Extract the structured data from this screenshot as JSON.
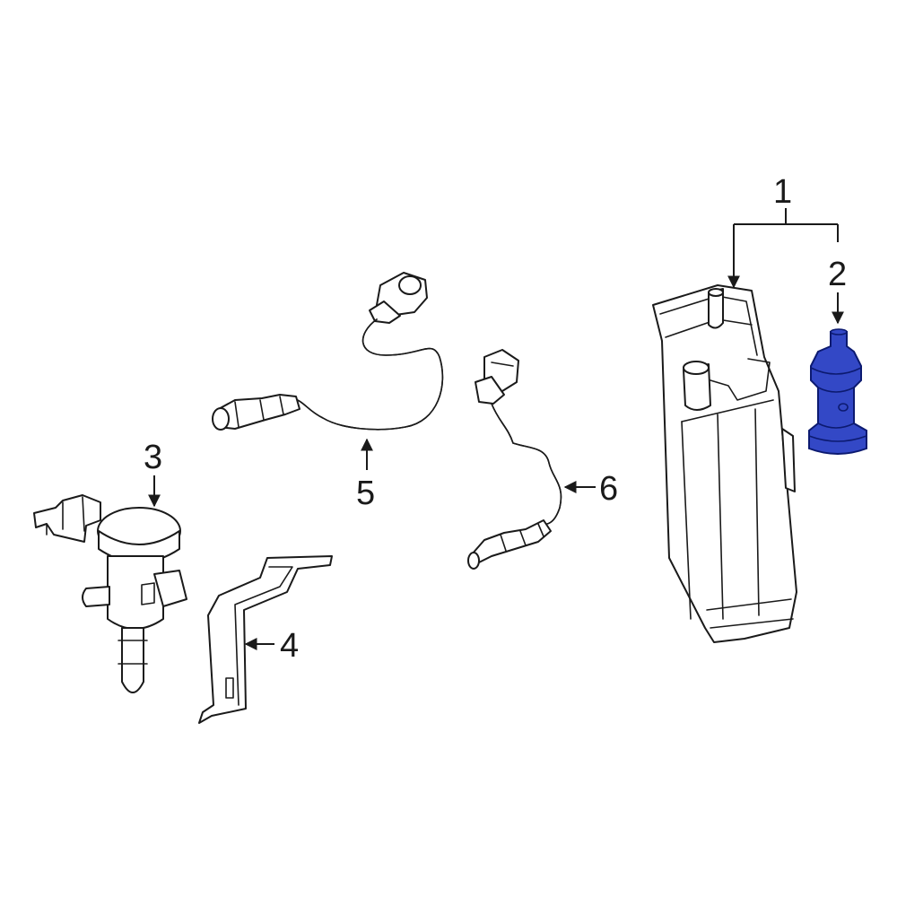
{
  "callouts": {
    "c1": "1",
    "c2": "2",
    "c3": "3",
    "c4": "4",
    "c5": "5",
    "c6": "6"
  },
  "colors": {
    "line": "#1a1a1a",
    "highlight": "#3348c6",
    "highlight_stroke": "#0c1a70",
    "background": "#ffffff"
  }
}
